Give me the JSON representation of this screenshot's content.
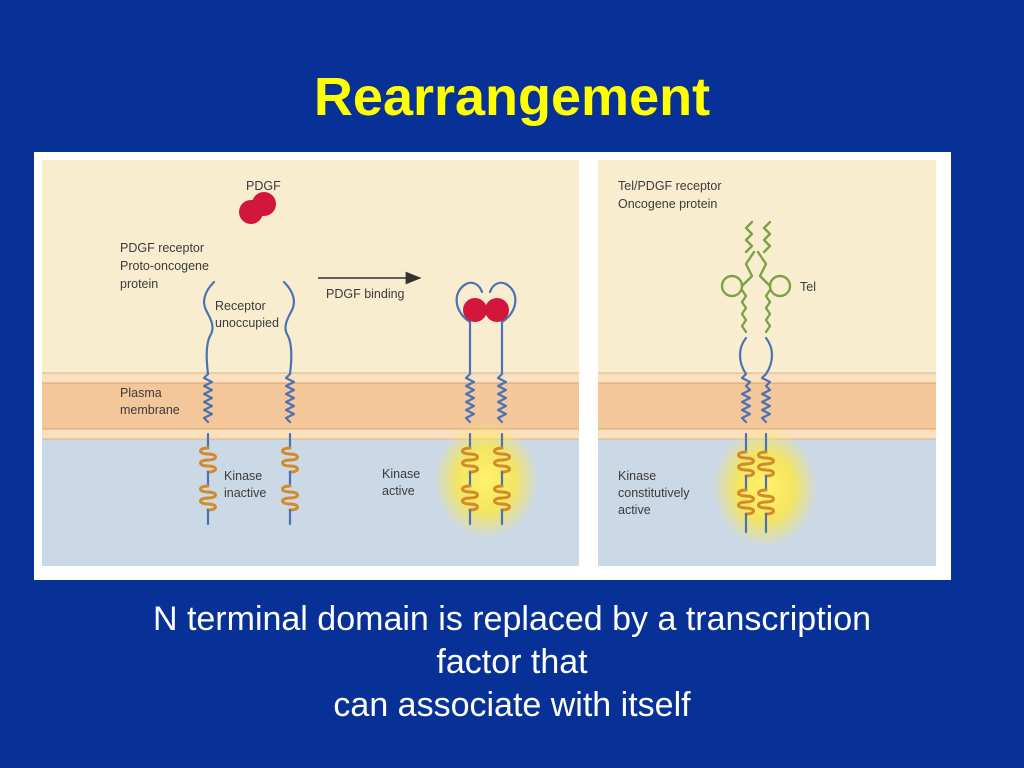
{
  "slide": {
    "title": "Rearrangement",
    "caption_lines": [
      "N terminal domain is replaced by a transcription",
      "factor that",
      "can associate with itself"
    ]
  },
  "figure": {
    "labels": {
      "pdgf": "PDGF",
      "pdgf_receptor": "PDGF receptor",
      "proto_oncogene": "Proto-oncogene",
      "protein": "protein",
      "receptor": "Receptor",
      "unoccupied": "unoccupied",
      "plasma": "Plasma",
      "membrane": "membrane",
      "kinase_left": "Kinase",
      "inactive": "inactive",
      "pdgf_binding": "PDGF binding",
      "kinase_mid": "Kinase",
      "active_mid": "active",
      "tel_pdgf_receptor": "Tel/PDGF receptor",
      "oncogene_protein": "Oncogene protein",
      "tel": "Tel",
      "kinase_right": "Kinase",
      "constitutively": "constitutively",
      "active_right": "active"
    }
  },
  "colors": {
    "background": "#073196",
    "title": "#ffff00",
    "caption": "#ffffff",
    "extracellular": "#f8edcf",
    "membrane": "#f4c79b",
    "cytoplasm": "#cbd8e6",
    "receptor_chain": "#4a73b5",
    "kinase_domain": "#d38a2a",
    "ligand": "#d3163b",
    "tel_domain": "#7da245",
    "activation_glow": "#fbe84a"
  }
}
